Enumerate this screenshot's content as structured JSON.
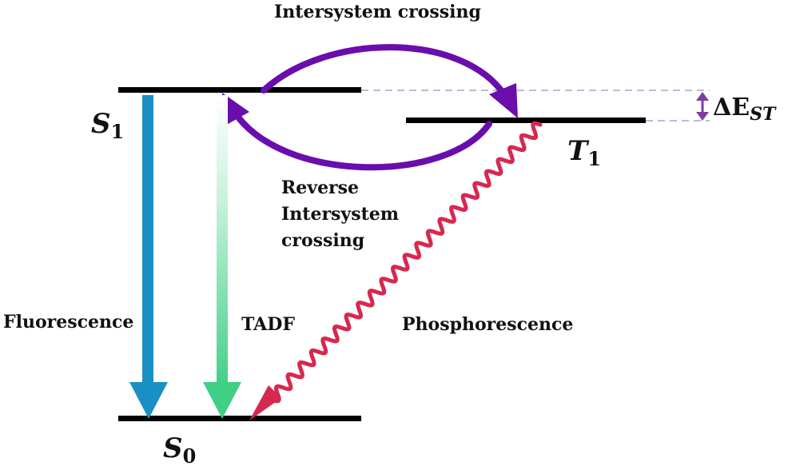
{
  "diagram": {
    "states": {
      "s1": {
        "letter": "S",
        "sub": "1"
      },
      "t1": {
        "letter": "T",
        "sub": "1"
      },
      "s0": {
        "letter": "S",
        "sub": "0"
      }
    },
    "labels": {
      "isc": "Intersystem crossing",
      "risc_line1": "Reverse",
      "risc_line2": "Intersystem",
      "risc_line3": "crossing",
      "fluorescence": "Fluorescence",
      "tadf": "TADF",
      "phosphorescence": "Phosphorescence",
      "delta_main": "ΔE",
      "delta_sub": "ST"
    },
    "colors": {
      "level": "#000000",
      "isc_arc": "#6a0dad",
      "fluorescence": "#1a8fc4",
      "tadf": "#3fcf85",
      "phosphorescence": "#d6294f",
      "gap_dash": "#b8bcd8",
      "gap_arrow": "#7a3fa0"
    }
  }
}
